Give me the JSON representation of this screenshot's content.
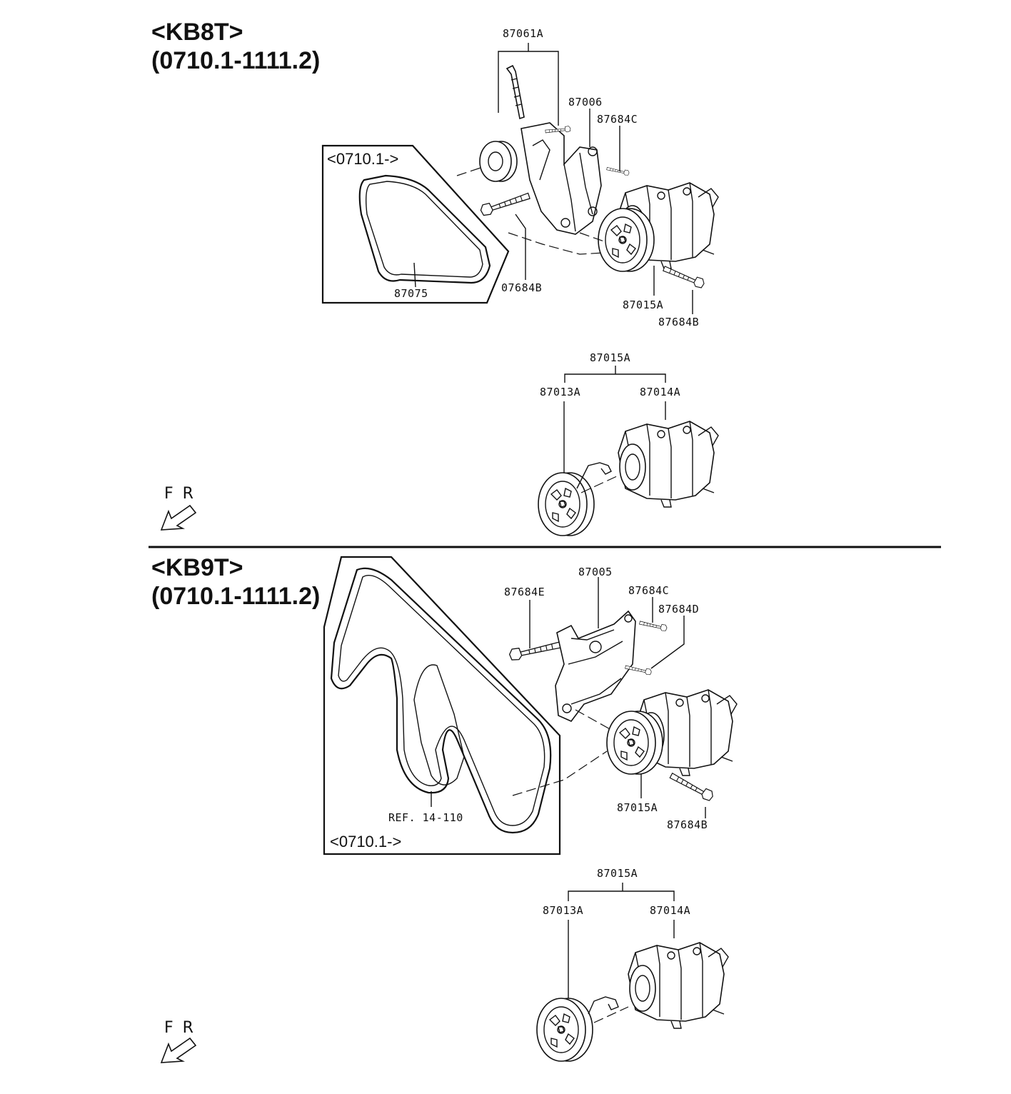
{
  "sections": [
    {
      "model": "<KB8T>",
      "range": "(0710.1-1111.2)",
      "inset_label": "<0710.1->",
      "parts": {
        "bracket_bolt_set": "87061A",
        "bracket": "87006",
        "bolt_c": "87684C",
        "belt": "87075",
        "bolt_b_left": "07684B",
        "compressor_assy": "87015A",
        "bolt_b": "87684B"
      },
      "breakdown": {
        "assy": "87015A",
        "clutch": "87013A",
        "body": "87014A"
      },
      "direction": "F R"
    },
    {
      "model": "<KB9T>",
      "range": "(0710.1-1111.2)",
      "inset_label": "<0710.1->",
      "parts": {
        "bolt_e": "87684E",
        "bracket": "87005",
        "bolt_c": "87684C",
        "bolt_d": "87684D",
        "compressor_assy": "87015A",
        "bolt_b": "87684B",
        "belt_ref": "REF. 14-110"
      },
      "breakdown": {
        "assy": "87015A",
        "clutch": "87013A",
        "body": "87014A"
      },
      "direction": "F R"
    }
  ]
}
